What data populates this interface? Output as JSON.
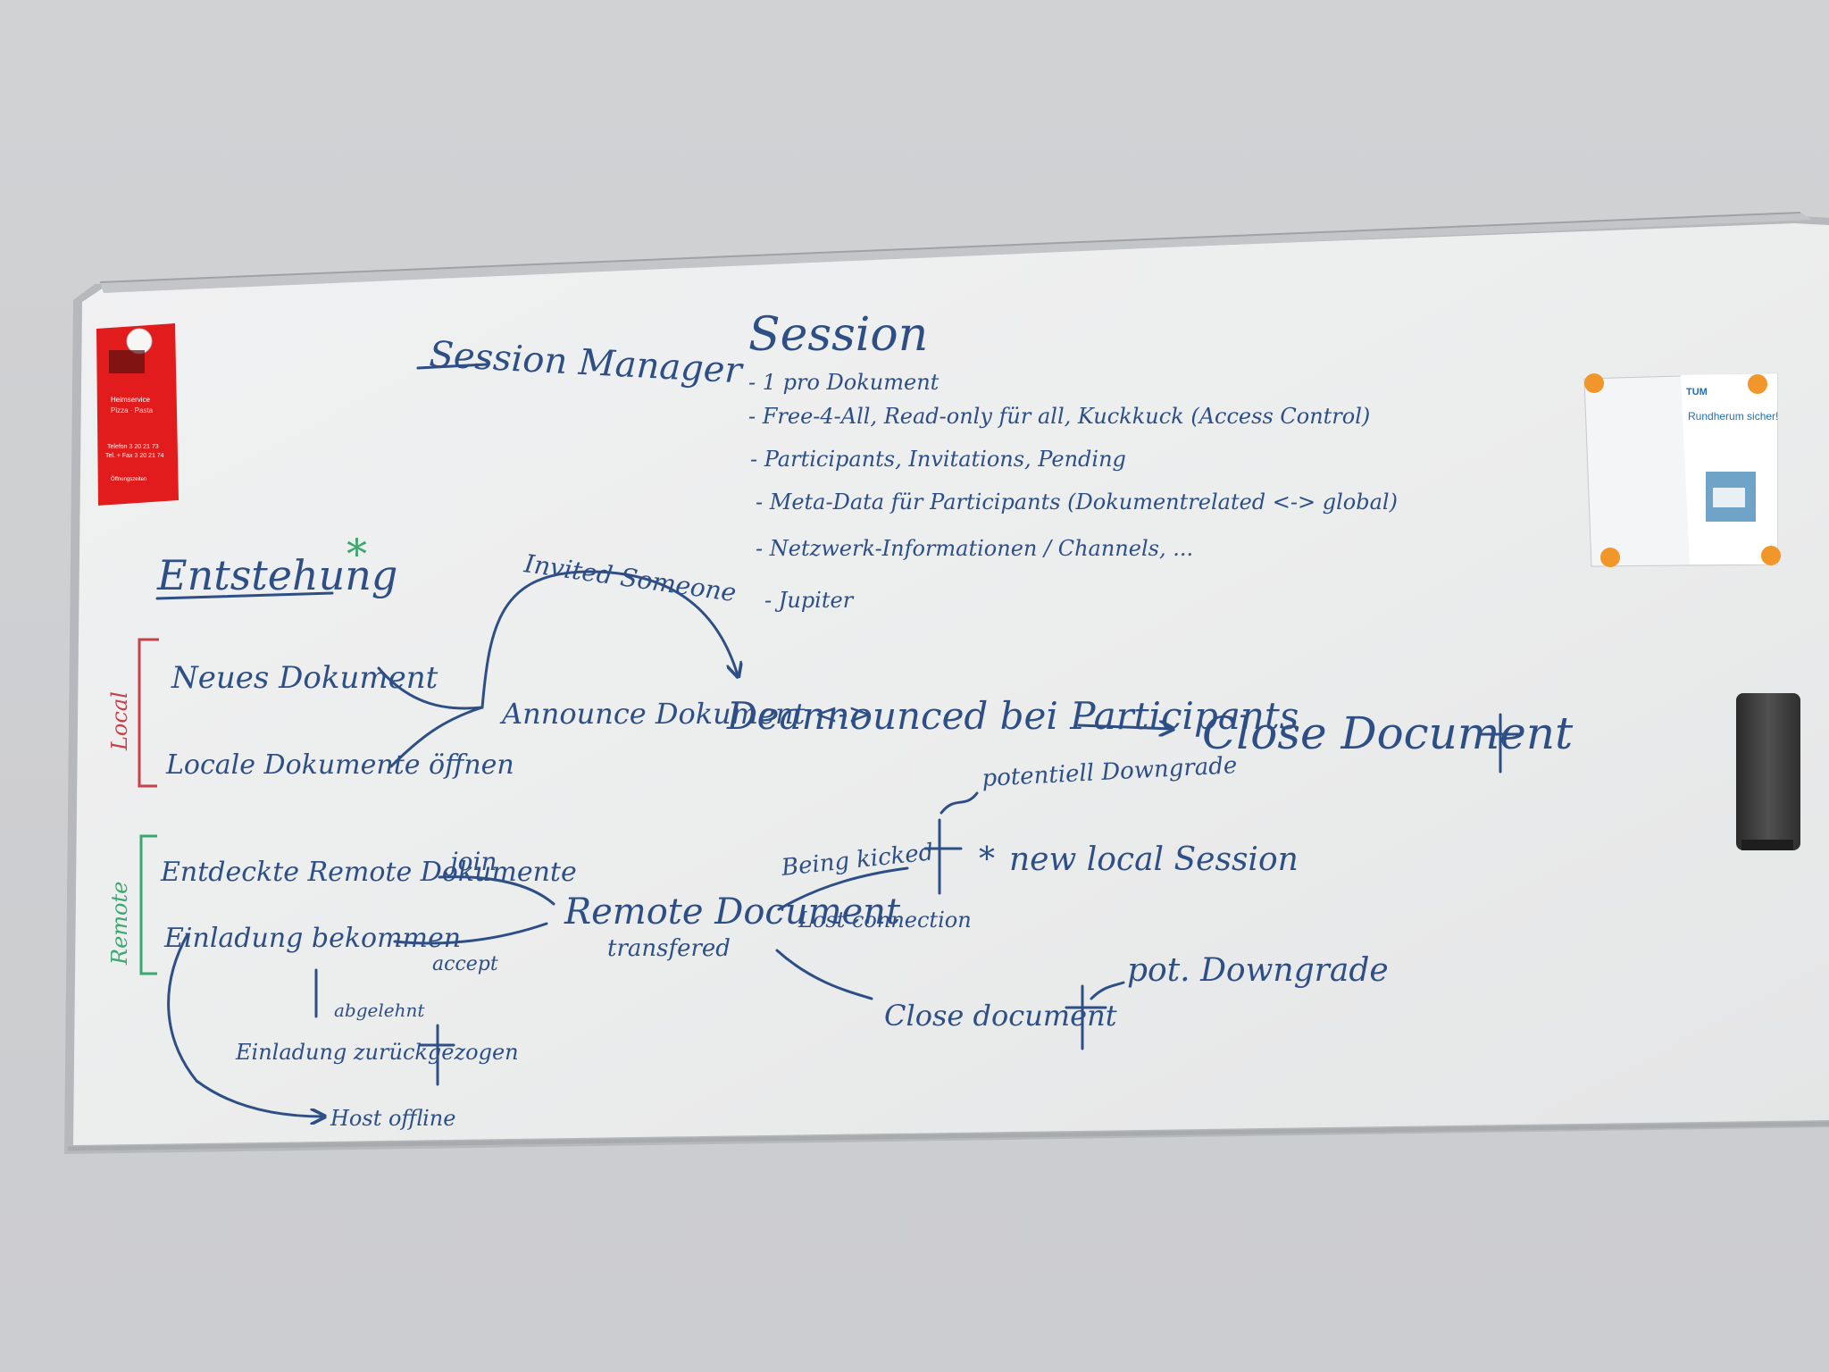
{
  "whiteboard": {
    "heading_session_manager": "Session Manager",
    "heading_session": "Session",
    "session_points": [
      "- 1 pro Dokument",
      "- Free-4-All, Read-only für all, Kuckkuck (Access Control)",
      "- Participants, Invitations, Pending",
      "- Meta-Data für Participants (Dokumentrelated <-> global)",
      "- Netzwerk-Informationen / Channels, ...",
      "- Jupiter"
    ],
    "entstehung": "Entstehung",
    "star_mark": "*",
    "local_group_label": "Local",
    "remote_group_label": "Remote",
    "neues_dokument": "Neues Dokument",
    "lokale_dokumente": "Locale Dokumente öffnen",
    "invited_someone": "Invited Someone",
    "announce_dokument": "Announce Dokument <->",
    "deannounced": "Deannounced bei Participants",
    "close_document_top": "Close Document",
    "potentiell_downgrade": "potentiell Downgrade",
    "entdeckte_remote": "Entdeckte Remote Dokumente",
    "join": "join",
    "remote_document": "Remote Document",
    "transfered": "transfered",
    "einladung_bekommen": "Einladung bekommen",
    "accept": "accept",
    "being_kicked": "Being kicked",
    "lost_connection": "Lost connection",
    "new_local_session": "new local Session",
    "abgelehnt": "abgelehnt",
    "einladung_zurueckgezogen": "Einladung zurückgezogen",
    "host_offline": "Host offline",
    "close_document_bottom": "Close document",
    "pot_downgrade": "pot. Downgrade"
  },
  "red_flyer": {
    "line1": "Heimservice",
    "line2": "Pizza · Pasta",
    "line3": "Telefon 3 20 21 73",
    "line4": "Tel. + Fax 3 20 21 74",
    "line5": "Öffnungszeiten"
  },
  "tum_brochure": {
    "logo": "TUM",
    "title": "Rundherum sicher!"
  },
  "colors": {
    "ink_blue": "#2d4f86",
    "ink_red": "#c8404a",
    "ink_green": "#3aa86f",
    "magnet": "#f0962a",
    "flyer_red": "#e21c1c"
  }
}
